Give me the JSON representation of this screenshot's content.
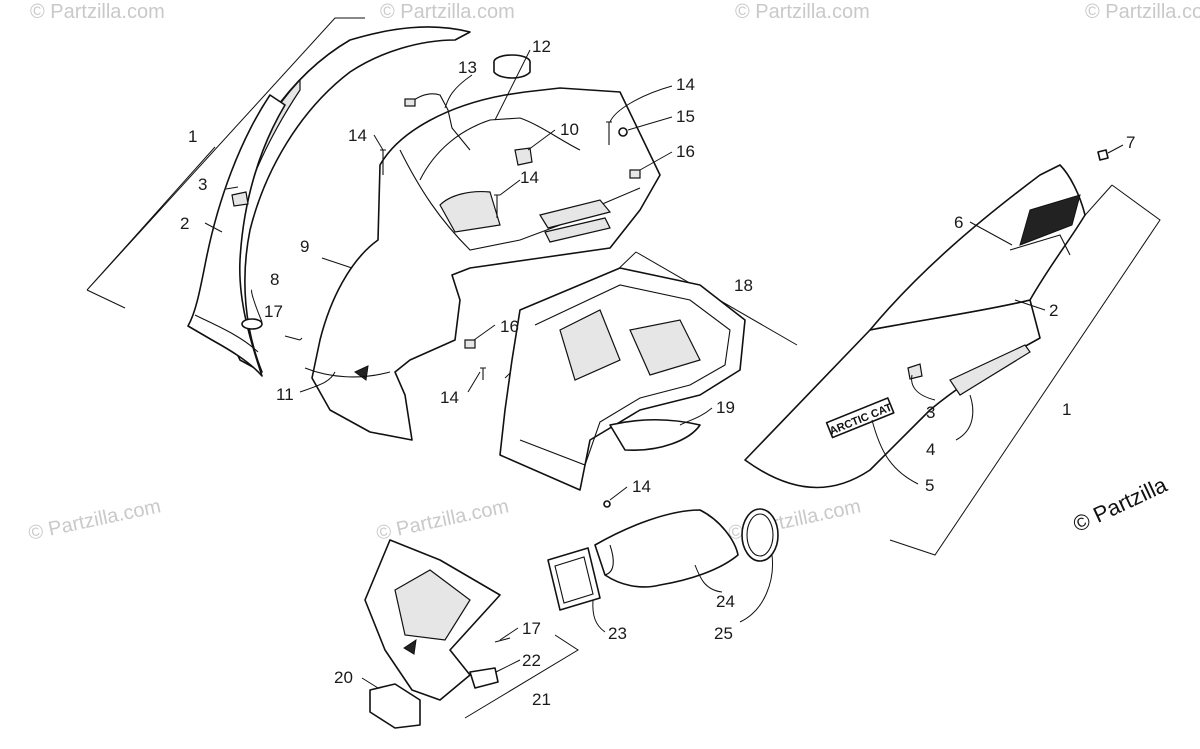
{
  "watermark": "© Partzilla.com",
  "copyright": "© Partzilla",
  "brand_decal": "ARCTIC CAT",
  "callouts": [
    {
      "id": "c1a",
      "label": "1"
    },
    {
      "id": "c2a",
      "label": "2"
    },
    {
      "id": "c3a",
      "label": "3"
    },
    {
      "id": "c8",
      "label": "8"
    },
    {
      "id": "c17a",
      "label": "17"
    },
    {
      "id": "c11",
      "label": "11"
    },
    {
      "id": "c9",
      "label": "9"
    },
    {
      "id": "c14a",
      "label": "14"
    },
    {
      "id": "c13",
      "label": "13"
    },
    {
      "id": "c12",
      "label": "12"
    },
    {
      "id": "c10",
      "label": "10"
    },
    {
      "id": "c14b",
      "label": "14"
    },
    {
      "id": "c14c",
      "label": "14"
    },
    {
      "id": "c15",
      "label": "15"
    },
    {
      "id": "c16a",
      "label": "16"
    },
    {
      "id": "c16b",
      "label": "16"
    },
    {
      "id": "c14d",
      "label": "14"
    },
    {
      "id": "c18",
      "label": "18"
    },
    {
      "id": "c19",
      "label": "19"
    },
    {
      "id": "c14e",
      "label": "14"
    },
    {
      "id": "c7",
      "label": "7"
    },
    {
      "id": "c6",
      "label": "6"
    },
    {
      "id": "c2b",
      "label": "2"
    },
    {
      "id": "c1b",
      "label": "1"
    },
    {
      "id": "c3b",
      "label": "3"
    },
    {
      "id": "c4",
      "label": "4"
    },
    {
      "id": "c5",
      "label": "5"
    },
    {
      "id": "c24",
      "label": "24"
    },
    {
      "id": "c25",
      "label": "25"
    },
    {
      "id": "c23",
      "label": "23"
    },
    {
      "id": "c17b",
      "label": "17"
    },
    {
      "id": "c22",
      "label": "22"
    },
    {
      "id": "c20",
      "label": "20"
    },
    {
      "id": "c21",
      "label": "21"
    }
  ]
}
